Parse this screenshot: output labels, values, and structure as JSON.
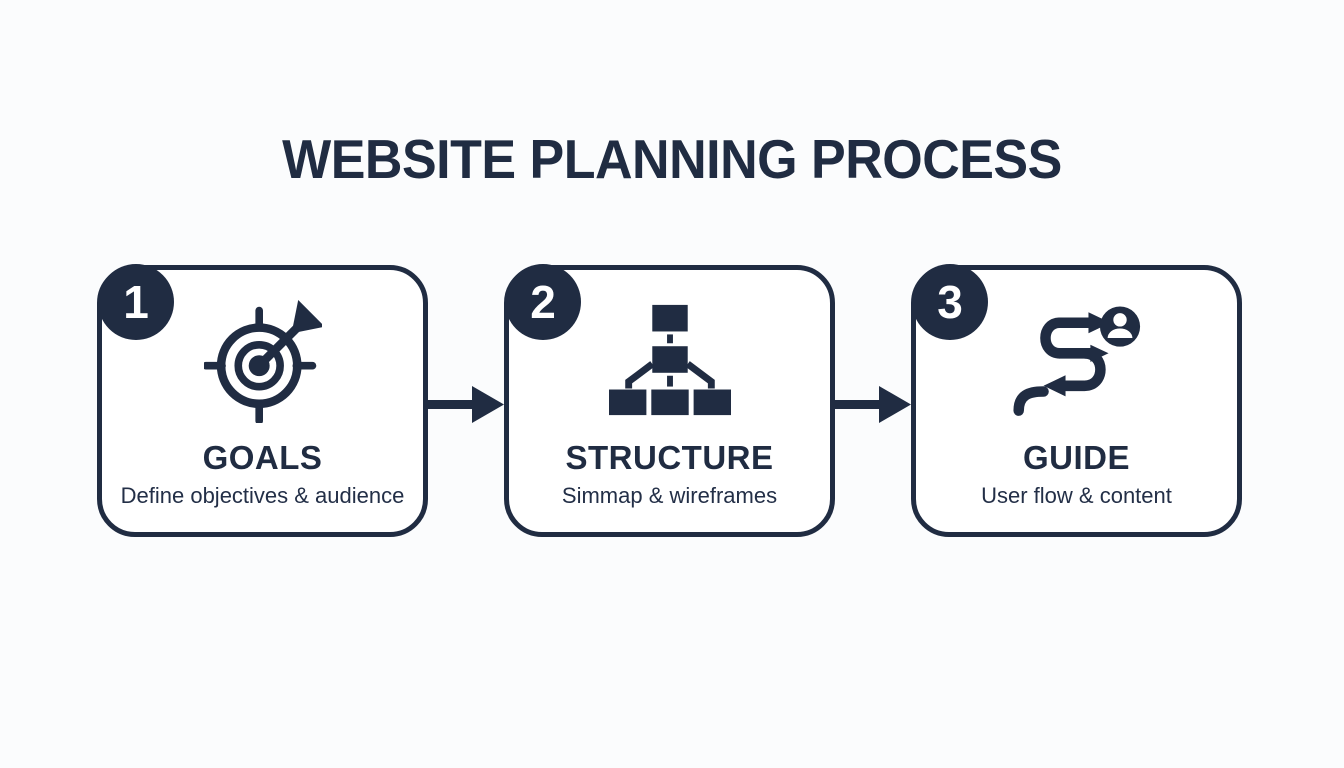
{
  "page": {
    "background": "#FBFCFD"
  },
  "theme": {
    "navy": "#202C42",
    "card_background": "#FFFFFF",
    "badge_text": "#FFFFFF"
  },
  "header": {
    "title": "WEBSITE PLANNING PROCESS"
  },
  "steps": [
    {
      "number": "1",
      "icon": "target-icon",
      "title": "GOALS",
      "subtitle": "Define objectives & audience"
    },
    {
      "number": "2",
      "icon": "sitemap-icon",
      "title": "STRUCTURE",
      "subtitle": "Simmap & wireframes"
    },
    {
      "number": "3",
      "icon": "user-flow-icon",
      "title": "GUIDE",
      "subtitle": "User flow & content"
    }
  ],
  "connectors": [
    {
      "icon": "arrow-right-icon",
      "direction": "right"
    },
    {
      "icon": "arrow-right-icon",
      "direction": "right"
    }
  ]
}
